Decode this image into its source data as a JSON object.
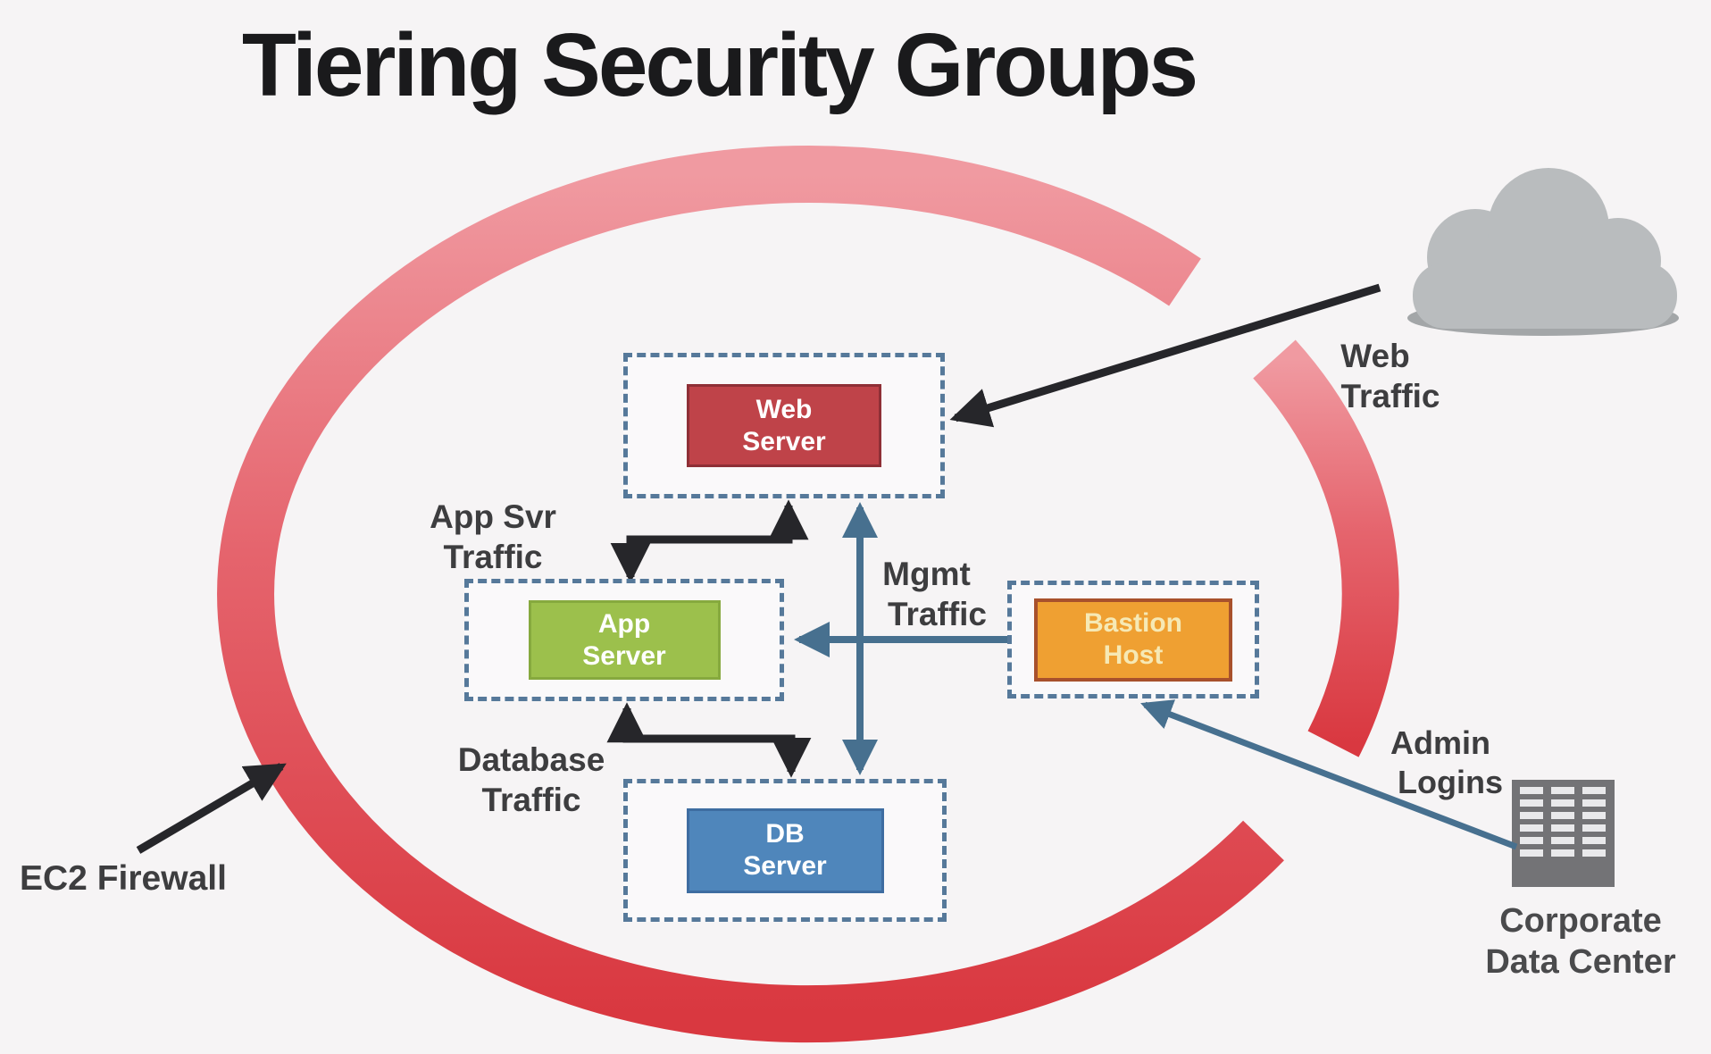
{
  "title": "Tiering Security Groups",
  "nodes": {
    "web_server": {
      "line1": "Web",
      "line2": "Server"
    },
    "app_server": {
      "line1": "App",
      "line2": "Server"
    },
    "db_server": {
      "line1": "DB",
      "line2": "Server"
    },
    "bastion_host": {
      "line1": "Bastion",
      "line2": "Host"
    }
  },
  "labels": {
    "web_traffic": {
      "line1": "Web",
      "line2": "Traffic"
    },
    "app_svr_traffic": {
      "line1": "App Svr",
      "line2": "Traffic"
    },
    "mgmt_traffic": {
      "line1": "Mgmt",
      "line2": "Traffic"
    },
    "database_traffic": {
      "line1": "Database",
      "line2": "Traffic"
    },
    "admin_logins": {
      "line1": "Admin",
      "line2": "Logins"
    },
    "ec2_firewall": "EC2 Firewall",
    "corporate_data_center": {
      "line1": "Corporate",
      "line2": "Data Center"
    }
  },
  "icons": {
    "internet": "cloud-icon",
    "data_center": "building-icon"
  },
  "colors": {
    "background": "#f6f4f5",
    "ring_top": "#f09aa1",
    "ring_bottom": "#d93840",
    "dashed_border": "#56799a",
    "web_server": "#bf4349",
    "app_server": "#9cc04c",
    "db_server": "#4f86bb",
    "bastion_host": "#efa032",
    "arrow_black": "#26262a",
    "arrow_blue": "#47708f",
    "cloud_gray": "#b9bcbe",
    "building_gray": "#737376",
    "text_dark": "#3d3d3f"
  }
}
